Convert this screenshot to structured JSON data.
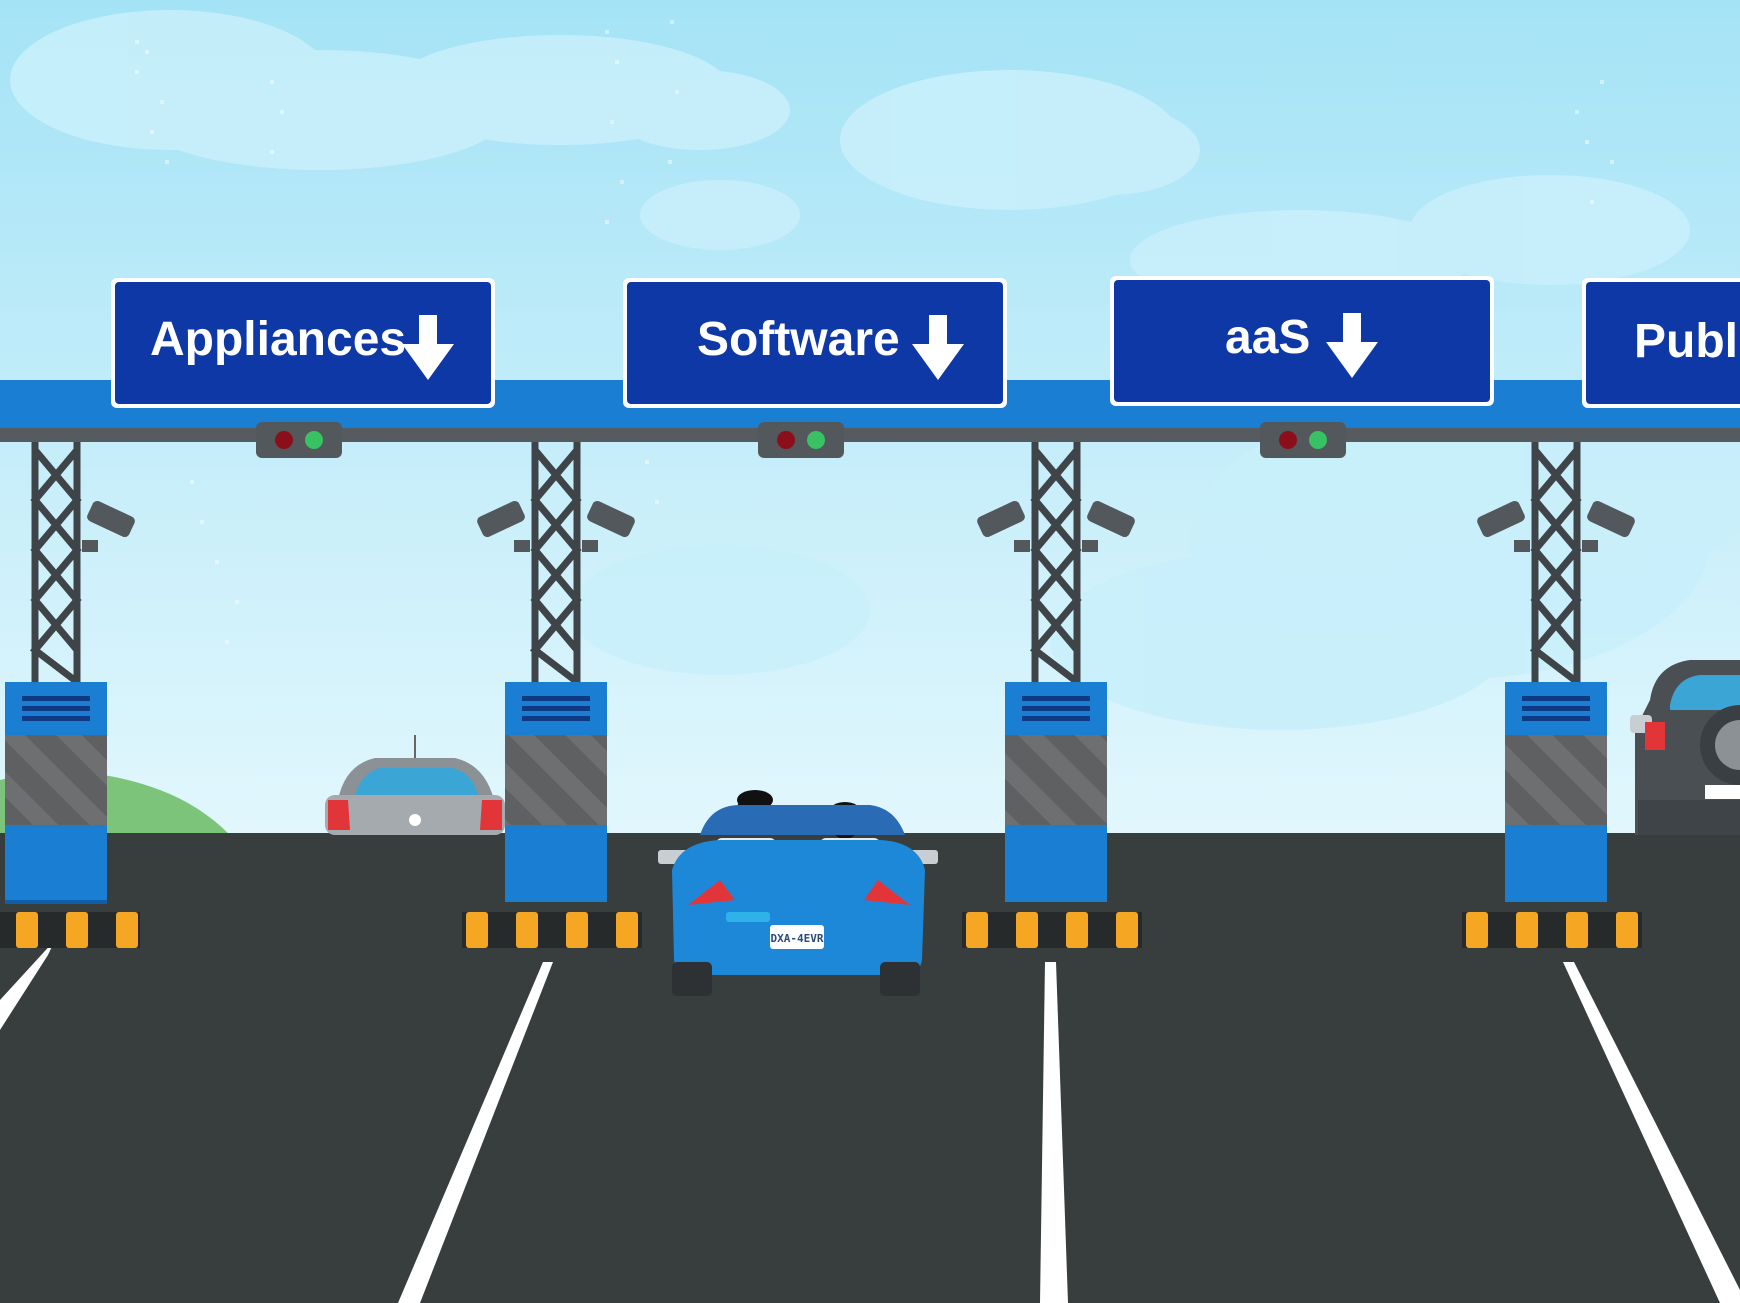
{
  "scene": {
    "sky_top_color": "#a9e6f7",
    "sky_bottom_color": "#dff6fc",
    "road_color": "#383d3e",
    "gantry_color": "#1a7fd3",
    "sign_color": "#0d38a6"
  },
  "signs": [
    {
      "label": "Appliances",
      "arrow_icon": "down-arrow-icon"
    },
    {
      "label": "Software",
      "arrow_icon": "down-arrow-icon"
    },
    {
      "label": "aaS",
      "arrow_icon": "down-arrow-icon"
    },
    {
      "label": "Publi",
      "arrow_icon": ""
    }
  ],
  "lane_lights": [
    {
      "red": "#8b0f1a",
      "green": "#39c264"
    },
    {
      "red": "#8b0f1a",
      "green": "#39c264"
    },
    {
      "red": "#8b0f1a",
      "green": "#39c264"
    }
  ],
  "cars": {
    "blue_convertible": {
      "color": "#1e88d8",
      "plate": "DXA-4EVR"
    },
    "silver_sedan": {
      "color": "#9ea3a8"
    },
    "dark_suv": {
      "color": "#4a4f54"
    }
  }
}
